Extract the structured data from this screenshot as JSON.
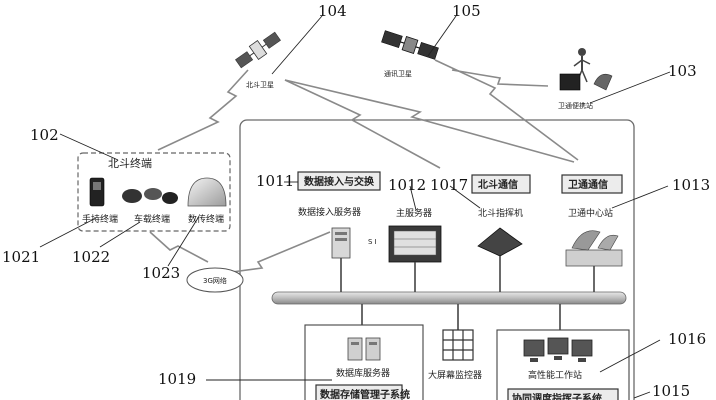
{
  "refs": {
    "r104": "104",
    "r105": "105",
    "r103": "103",
    "r102": "102",
    "r1021": "1021",
    "r1022": "1022",
    "r1023": "1023",
    "r1011": "1011",
    "r1012": "1012",
    "r1017": "1017",
    "r1013": "1013",
    "r1016": "1016",
    "r1019": "1019",
    "r1015": "1015"
  },
  "labels": {
    "beidou_satellite": "北斗卫星",
    "comm_satellite": "通讯卫星",
    "satellite_portable": "卫通便携站",
    "beidou_terminal": "北斗终端",
    "handheld_terminal": "手持终端",
    "vehicle_terminal": "车载终端",
    "data_terminal": "数传终端",
    "data_access_title": "数据接入与交换",
    "data_access_server": "数据接入服务器",
    "main_server": "主服务器",
    "beidou_comm_title": "北斗通信",
    "beidou_command": "北斗指挥机",
    "satcom_title": "卫通通信",
    "satcom_center": "卫通中心站",
    "network_cloud": "3G网络",
    "db_server": "数据库服务器",
    "db_storage_title": "数据存储管理子系统",
    "big_screen": "大屏幕监控器",
    "workstation": "高性能工作站",
    "right_system_title": "协同调度指挥子系统",
    "si_mark": "S I"
  }
}
